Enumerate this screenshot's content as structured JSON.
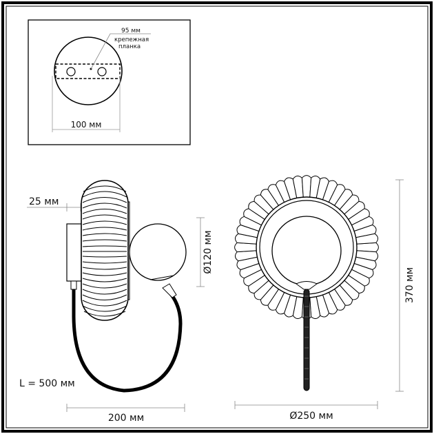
{
  "mount_plate_box": {
    "bracket_label_size": "95 мм",
    "bracket_label_line1": "крепежная",
    "bracket_label_line2": "планка",
    "base_diameter": "100 мм"
  },
  "side_view": {
    "wall_offset": "25 мм",
    "globe_diameter": "Ø120 мм",
    "cable_length": "L = 500 мм",
    "depth": "200 мм"
  },
  "front_view": {
    "height": "370 мм",
    "diameter": "Ø250 мм"
  },
  "colors": {
    "line": "#000000",
    "dimension": "#777777",
    "background": "#ffffff"
  }
}
